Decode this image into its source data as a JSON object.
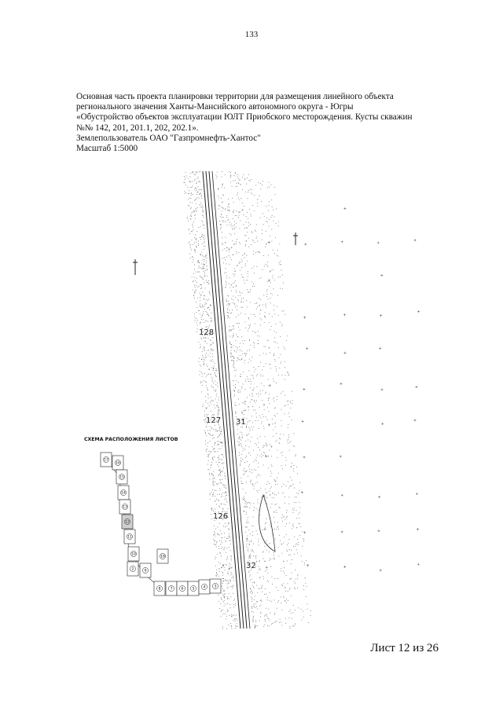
{
  "page": {
    "number": "133"
  },
  "header": {
    "lines": [
      "Основная часть проекта планировки территории для размещения линейного объекта",
      "регионального значения Ханты-Мансийского автономного округа - Югры",
      "«Обустройство объектов эксплуатации ЮЛТ Приобского месторождения. Кусты скважин",
      "№№ 142, 201, 201.1, 202, 202.1».",
      "Землепользователь ОАО \"Газпромнефть-Хантос\"",
      "Масштаб 1:5000"
    ]
  },
  "map": {
    "labels": {
      "k128": "128",
      "k127": "127",
      "k126": "126",
      "p31": "31",
      "p32": "32"
    }
  },
  "scheme": {
    "title": "СХЕМА РАСПОЛОЖЕНИЯ ЛИСТОВ",
    "cells": [
      "17",
      "16",
      "15",
      "14",
      "13",
      "12",
      "11",
      "10",
      "9",
      "18",
      "8",
      "7",
      "6",
      "5",
      "4",
      "3",
      "2"
    ],
    "current_sheet_marker": "12"
  },
  "footer": {
    "sheet": "Лист 12 из 26"
  }
}
